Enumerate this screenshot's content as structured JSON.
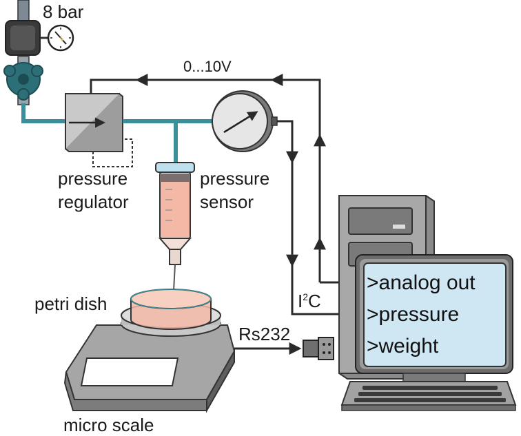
{
  "labels": {
    "supply_pressure": "8 bar",
    "voltage_signal": "0...10V",
    "regulator_line1": "pressure",
    "regulator_line2": "regulator",
    "sensor_line1": "pressure",
    "sensor_line2": "sensor",
    "petri": "petri dish",
    "scale": "micro scale",
    "serial": "Rs232",
    "i2c_main": "I",
    "i2c_sup": "2",
    "i2c_tail": "C"
  },
  "screen": {
    "lines": [
      ">analog out",
      ">pressure",
      ">weight"
    ]
  },
  "colors": {
    "pipe": "#3a8f9a",
    "wire": "#2a2a2a",
    "device_gray": "#c9c9c9",
    "screen_bg": "#cfe6f3",
    "liquid": "#f3b9a6",
    "valve_knob": "#2d6f77"
  }
}
